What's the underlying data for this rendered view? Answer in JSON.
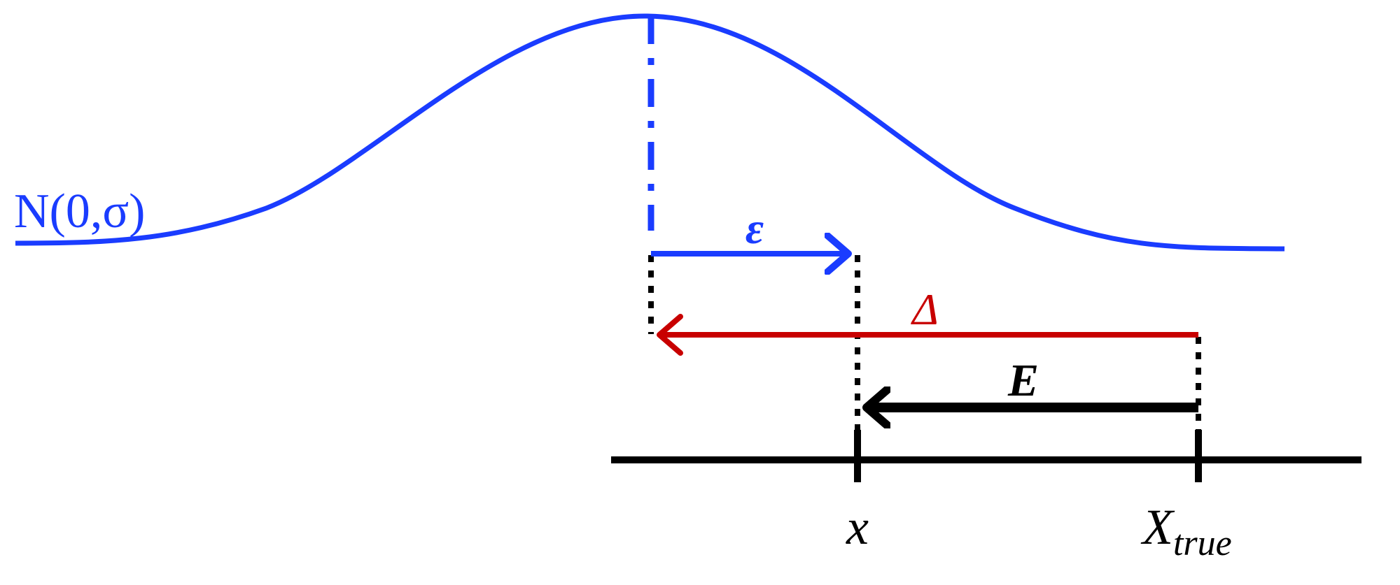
{
  "distribution": {
    "label": "N(0,σ)",
    "color": "#1a3cff"
  },
  "arrows": {
    "epsilon": {
      "label": "ε",
      "color": "#1a3cff"
    },
    "delta": {
      "label": "Δ",
      "color": "#c80000"
    },
    "error": {
      "label": "E",
      "color": "#000000"
    }
  },
  "axis": {
    "tick_x": {
      "label": "x"
    },
    "tick_true": {
      "label": "X",
      "subscript": "true"
    }
  }
}
